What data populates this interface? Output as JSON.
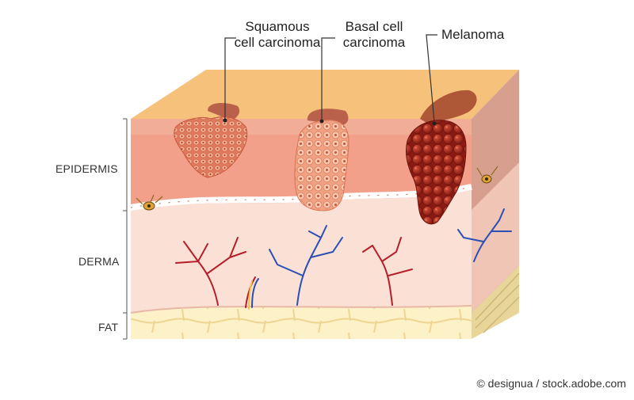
{
  "labels": {
    "squamous": "Squamous cell carcinoma",
    "squamous_line1": "Squamous",
    "squamous_line2": "cell carcinoma",
    "basal_line1": "Basal cell",
    "basal_line2": "carcinoma",
    "melanoma": "Melanoma"
  },
  "layers": {
    "epidermis": "EPIDERMIS",
    "derma": "DERMA",
    "fat": "FAT"
  },
  "credit": "© designua / stock.adobe.com",
  "colors": {
    "top_surface": "#f6c17a",
    "epidermis": "#f2a08a",
    "derma": "#fbe0d6",
    "fat": "#fdf1c8",
    "side_face": "#d99a86",
    "melanoma": "#a8281c",
    "artery": "#b3202a",
    "vein": "#2b4fb5"
  }
}
